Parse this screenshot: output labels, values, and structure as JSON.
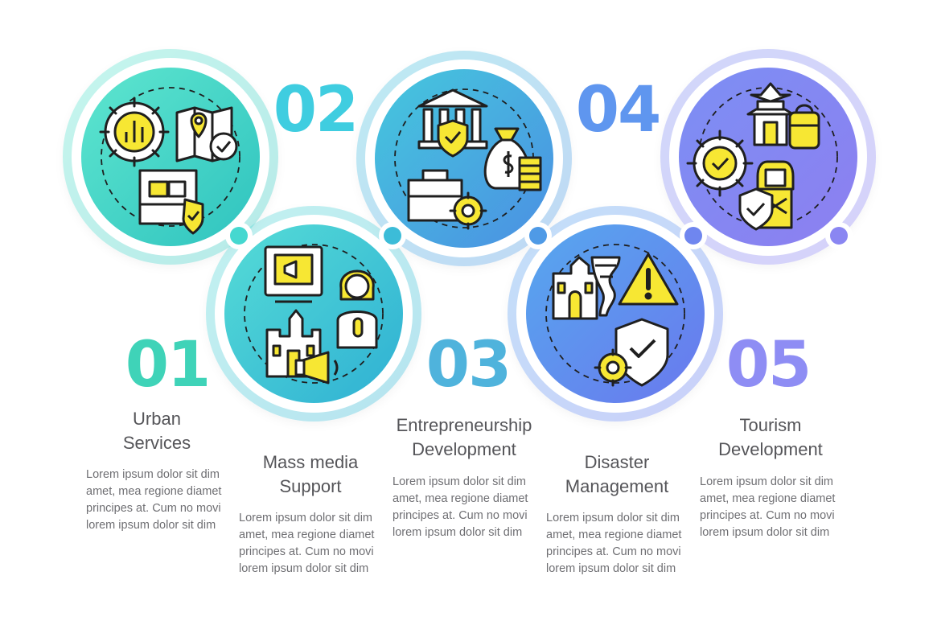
{
  "colors": {
    "step1": "#3fd3c4",
    "step2": "#3ccbd6",
    "step3": "#4aaee0",
    "step4": "#6f8ff0",
    "step5": "#8f8df5",
    "icon_fill": "#f7e733",
    "icon_line": "#1f1f1f",
    "text": "#555559"
  },
  "steps": [
    {
      "number": "01",
      "title": "Urban\nServices",
      "description": "Lorem ipsum dolor sit dim\namet, mea regione diamet\nprincipes at. Cum no movi\nlorem ipsum dolor sit dim",
      "icons": [
        "gear-chart-icon",
        "map-pin-icon",
        "blueprint-shield-icon"
      ]
    },
    {
      "number": "02",
      "title": "Mass media\nSupport",
      "description": "Lorem ipsum dolor sit dim\namet, mea regione diamet\nprincipes at. Cum no movi\nlorem ipsum dolor sit dim",
      "icons": [
        "news-megaphone-icon",
        "reporter-icon",
        "castle-megaphone-icon"
      ]
    },
    {
      "number": "03",
      "title": "Entrepreneurship\nDevelopment",
      "description": "Lorem ipsum dolor sit dim\namet, mea regione diamet\nprincipes at. Cum no movi\nlorem ipsum dolor sit dim",
      "icons": [
        "bank-shield-icon",
        "money-bag-icon",
        "briefcase-gear-icon"
      ]
    },
    {
      "number": "04",
      "title": "Disaster\nManagement",
      "description": "Lorem ipsum dolor sit dim\namet, mea regione diamet\nprincipes at. Cum no movi\nlorem ipsum dolor sit dim",
      "icons": [
        "tornado-building-icon",
        "warning-icon",
        "shield-gear-icon"
      ]
    },
    {
      "number": "05",
      "title": "Tourism\nDevelopment",
      "description": "Lorem ipsum dolor sit dim\namet, mea regione diamet\nprincipes at. Cum no movi\nlorem ipsum dolor sit dim",
      "icons": [
        "pagoda-backpack-icon",
        "gear-check-icon",
        "pharaoh-shield-icon"
      ]
    }
  ]
}
